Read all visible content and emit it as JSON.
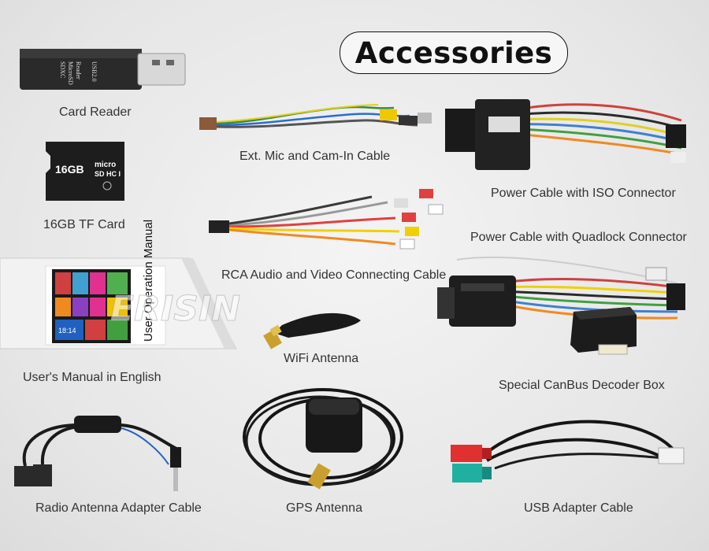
{
  "header": {
    "title": "Accessories"
  },
  "watermark": "ERISIN",
  "items": [
    {
      "id": "card-reader",
      "label": "Card Reader",
      "icon": "card-reader-icon",
      "printed_text": [
        "SDXC",
        "MicroSD",
        "Reader",
        "USB2.0"
      ]
    },
    {
      "id": "tf-card",
      "label": "16GB TF Card",
      "icon": "micro-sd-card-icon",
      "printed_text": [
        "16GB",
        "micro",
        "SD HC I"
      ]
    },
    {
      "id": "mic-cam-cable",
      "label": "Ext. Mic and Cam-In Cable",
      "icon": "mic-cable-icon"
    },
    {
      "id": "iso-power-cable",
      "label": "Power Cable with ISO Connector",
      "icon": "iso-harness-icon"
    },
    {
      "id": "rca-cable",
      "label": "RCA Audio and Video Connecting Cable",
      "icon": "rca-cable-icon"
    },
    {
      "id": "quadlock-cable",
      "label": "Power Cable with Quadlock Connector",
      "icon": "quadlock-harness-icon"
    },
    {
      "id": "manual",
      "label": "User's Manual in English",
      "icon": "user-manual-icon",
      "printed_text": "User Operation Manual",
      "time_tile": "18:14"
    },
    {
      "id": "wifi-antenna",
      "label": "WiFi Antenna",
      "icon": "wifi-antenna-icon"
    },
    {
      "id": "canbus-box",
      "label": "Special CanBus Decoder Box",
      "icon": "canbus-box-icon"
    },
    {
      "id": "radio-adapter",
      "label": "Radio Antenna Adapter Cable",
      "icon": "radio-adapter-icon"
    },
    {
      "id": "gps-antenna",
      "label": "GPS Antenna",
      "icon": "gps-antenna-icon"
    },
    {
      "id": "usb-adapter",
      "label": "USB Adapter Cable",
      "icon": "usb-adapter-icon"
    }
  ],
  "colors": {
    "background": "#e9e9e9",
    "title_border": "#111111",
    "label_text": "#333333"
  }
}
